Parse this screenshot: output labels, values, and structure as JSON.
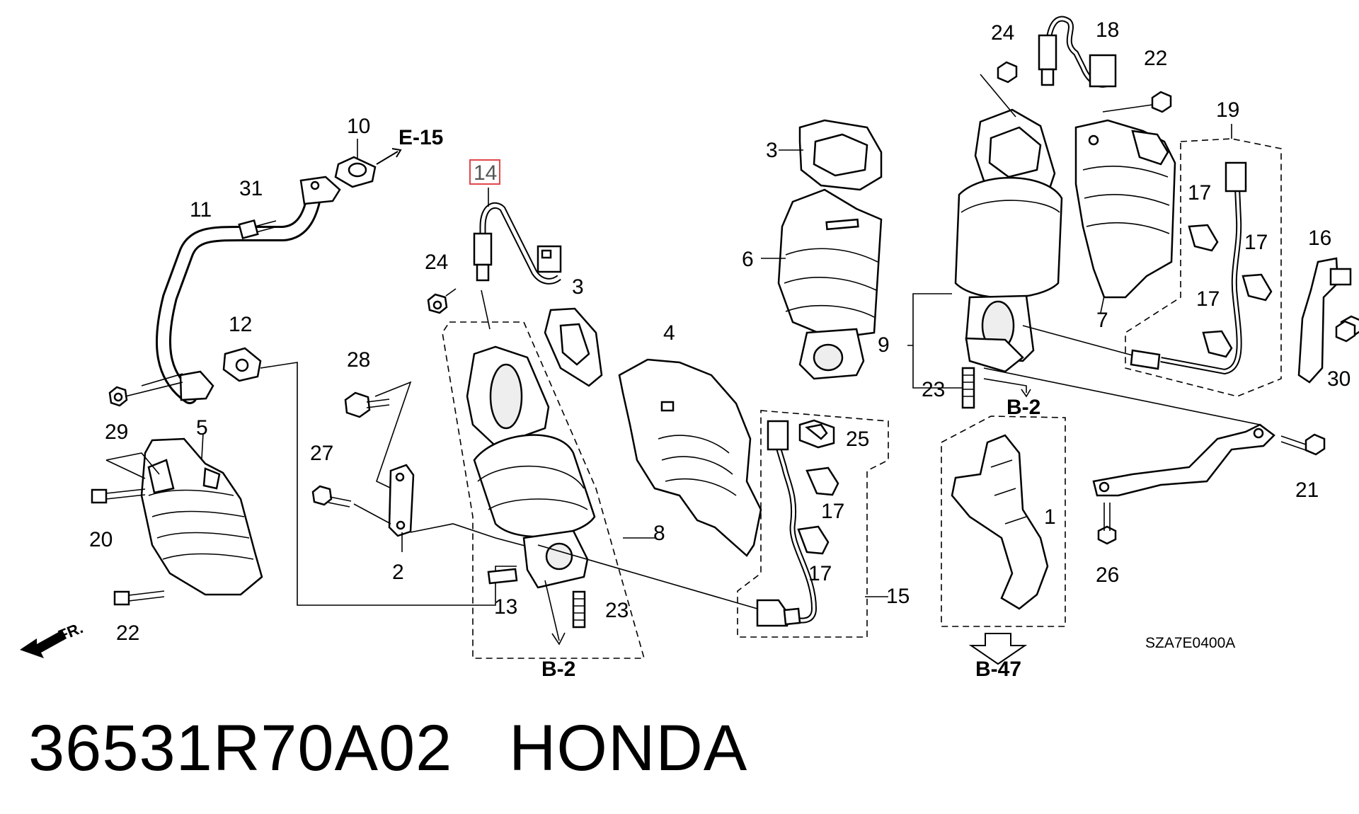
{
  "diagram": {
    "callouts": {
      "c1": "1",
      "c2": "2",
      "c3a": "3",
      "c3b": "3",
      "c4": "4",
      "c5": "5",
      "c6": "6",
      "c7": "7",
      "c8": "8",
      "c9": "9",
      "c10": "10",
      "c11": "11",
      "c12": "12",
      "c13": "13",
      "c14": "14",
      "c15": "15",
      "c16": "16",
      "c17a": "17",
      "c17b": "17",
      "c17c": "17",
      "c17d": "17",
      "c17e": "17",
      "c18": "18",
      "c19": "19",
      "c20": "20",
      "c21": "21",
      "c22a": "22",
      "c22b": "22",
      "c23a": "23",
      "c23b": "23",
      "c24a": "24",
      "c24b": "24",
      "c25": "25",
      "c26": "26",
      "c27": "27",
      "c28": "28",
      "c29": "29",
      "c30": "30",
      "c31": "31"
    },
    "refs": {
      "e15": "E-15",
      "b2a": "B-2",
      "b2b": "B-2",
      "b47": "B-47",
      "fr": "FR."
    },
    "diagram_code": "SZA7E0400A",
    "highlight_color": "#e0474c"
  },
  "caption": {
    "part_number": "36531R70A02",
    "brand": "HONDA"
  }
}
